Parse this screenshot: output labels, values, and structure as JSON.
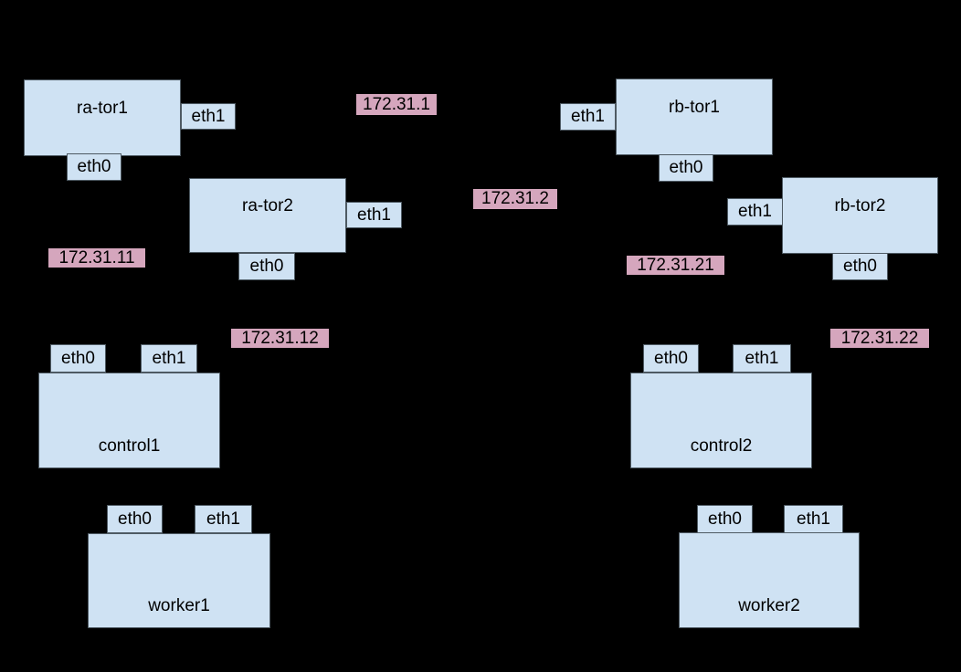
{
  "diagram": {
    "colors": {
      "background": "#000000",
      "node_fill": "#cfe2f3",
      "node_border": "#4e5a63",
      "ip_label_fill": "#d5a6bd",
      "text": "#000000"
    },
    "nodes": {
      "ra_tor1": "ra-tor1",
      "ra_tor2": "ra-tor2",
      "rb_tor1": "rb-tor1",
      "rb_tor2": "rb-tor2",
      "control1": "control1",
      "control2": "control2",
      "worker1": "worker1",
      "worker2": "worker2"
    },
    "port_labels": {
      "eth0": "eth0",
      "eth1": "eth1"
    },
    "ip_labels": {
      "ip_172_31_1": "172.31.1",
      "ip_172_31_2": "172.31.2",
      "ip_172_31_11": "172.31.11",
      "ip_172_31_12": "172.31.12",
      "ip_172_31_21": "172.31.21",
      "ip_172_31_22": "172.31.22"
    }
  }
}
